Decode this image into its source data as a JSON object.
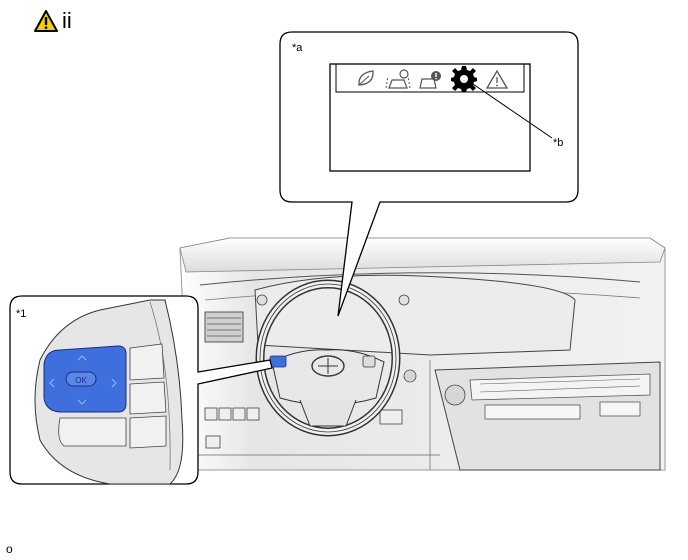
{
  "header": {
    "icon": "warning-triangle-icon",
    "text": "ii"
  },
  "callouts": {
    "a": "*a",
    "b": "*b",
    "one": "*1"
  },
  "display_icons": [
    "eco-leaf-icon",
    "driver-assist-icon",
    "vehicle-info-icon",
    "gear-icon",
    "warning-triangle-icon"
  ],
  "footer": {
    "text": "o"
  },
  "colors": {
    "highlight": "#3f6fdc",
    "line": "#000000",
    "dash_gray": "#d8d8d8"
  }
}
